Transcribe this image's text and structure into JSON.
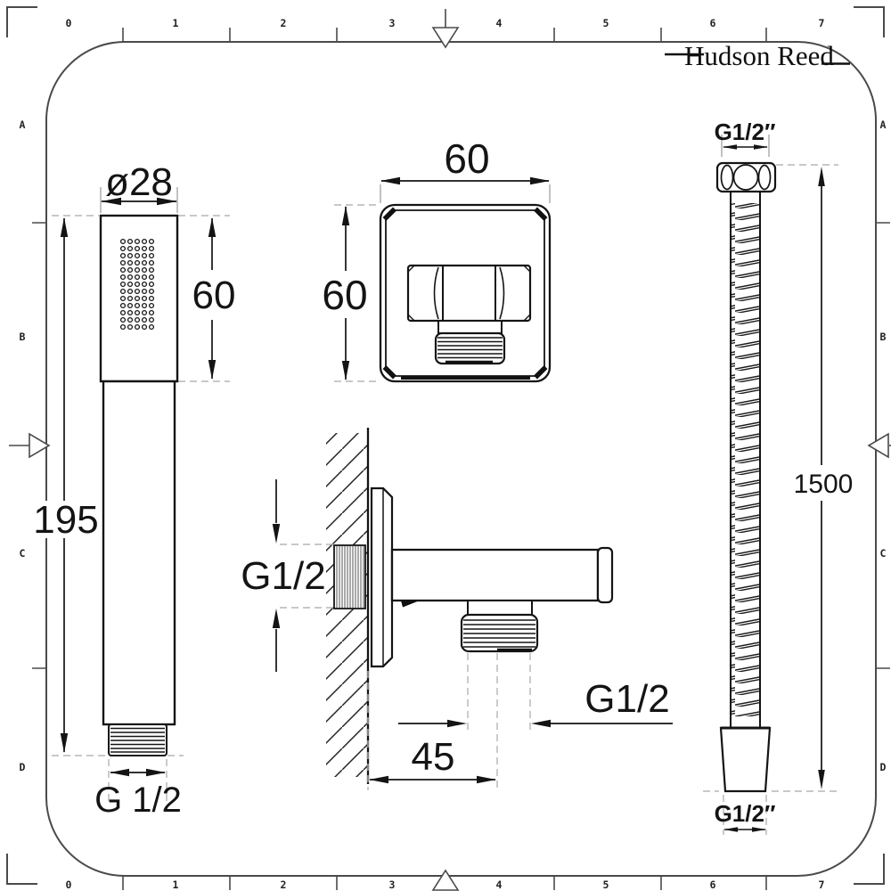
{
  "brand": {
    "logo_text": "Hudson Reed"
  },
  "sheet": {
    "column_labels": [
      "0",
      "1",
      "2",
      "3",
      "4",
      "5",
      "6",
      "7"
    ],
    "row_labels": [
      "A",
      "B",
      "C",
      "D"
    ]
  },
  "dimensions": {
    "handset": {
      "head_diameter": "ø28",
      "head_length": "60",
      "total_length": "195",
      "thread_label": "G 1/2"
    },
    "wall_outlet_front": {
      "width_label": "60",
      "height_label": "60"
    },
    "wall_outlet_side": {
      "inlet_thread_label": "G1/2",
      "outlet_thread_label": "G1/2",
      "wall_offset_label": "45"
    },
    "hose": {
      "top_thread_label": "G1/2″",
      "length_label": "1500",
      "bottom_thread_label": "G1/2″"
    }
  }
}
